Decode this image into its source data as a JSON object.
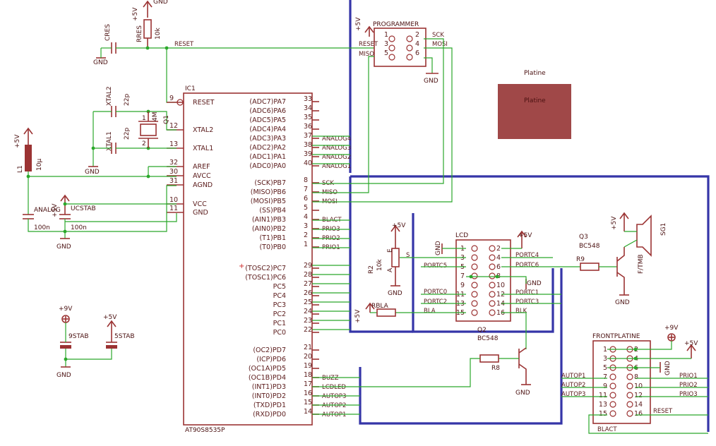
{
  "schematic": {
    "ic1": {
      "ref": "IC1",
      "name": "AT90S8535P",
      "left_pins": [
        {
          "num": "9",
          "name": "RESET"
        },
        {
          "num": "12",
          "name": "XTAL2"
        },
        {
          "num": "13",
          "name": "XTAL1"
        },
        {
          "num": "32",
          "name": "AREF"
        },
        {
          "num": "30",
          "name": "AVCC"
        },
        {
          "num": "31",
          "name": "AGND"
        },
        {
          "num": "10",
          "name": "VCC"
        },
        {
          "num": "11",
          "name": "GND"
        }
      ],
      "right_pins": [
        {
          "num": "33",
          "name": "(ADC7)PA7",
          "net": ""
        },
        {
          "num": "34",
          "name": "(ADC6)PA6",
          "net": ""
        },
        {
          "num": "35",
          "name": "(ADC5)PA5",
          "net": ""
        },
        {
          "num": "36",
          "name": "(ADC4)PA4",
          "net": ""
        },
        {
          "num": "37",
          "name": "(ADC3)PA3",
          "net": "ANALOG4"
        },
        {
          "num": "38",
          "name": "(ADC2)PA2",
          "net": "ANALOG3"
        },
        {
          "num": "39",
          "name": "(ADC1)PA1",
          "net": "ANALOG2"
        },
        {
          "num": "40",
          "name": "(ADC0)PA0",
          "net": "ANALOG1"
        },
        {
          "num": "8",
          "name": "(SCK)PB7",
          "net": "SCK"
        },
        {
          "num": "7",
          "name": "(MISO)PB6",
          "net": "MISO"
        },
        {
          "num": "6",
          "name": "(MOSI)PB5",
          "net": "MOSI"
        },
        {
          "num": "5",
          "name": "(SS)PB4",
          "net": ""
        },
        {
          "num": "4",
          "name": "(AIN1)PB3",
          "net": "BLACT"
        },
        {
          "num": "3",
          "name": "(AIN0)PB2",
          "net": "PRIO3"
        },
        {
          "num": "2",
          "name": "(T1)PB1",
          "net": "PRIO2"
        },
        {
          "num": "1",
          "name": "(T0)PB0",
          "net": "PRIO1"
        },
        {
          "num": "29",
          "name": "(TOSC2)PC7",
          "net": ""
        },
        {
          "num": "28",
          "name": "(TOSC1)PC6",
          "net": ""
        },
        {
          "num": "27",
          "name": "PC5",
          "net": ""
        },
        {
          "num": "26",
          "name": "PC4",
          "net": ""
        },
        {
          "num": "25",
          "name": "PC3",
          "net": ""
        },
        {
          "num": "24",
          "name": "PC2",
          "net": ""
        },
        {
          "num": "23",
          "name": "PC1",
          "net": ""
        },
        {
          "num": "22",
          "name": "PC0",
          "net": ""
        },
        {
          "num": "21",
          "name": "(OC2)PD7",
          "net": ""
        },
        {
          "num": "20",
          "name": "(ICP)PD6",
          "net": ""
        },
        {
          "num": "19",
          "name": "(OC1A)PD5",
          "net": ""
        },
        {
          "num": "18",
          "name": "(OC1B)PD4",
          "net": "BUZZ"
        },
        {
          "num": "17",
          "name": "(INT1)PD3",
          "net": "LCDLED"
        },
        {
          "num": "16",
          "name": "(INT0)PD2",
          "net": "AUTOP3"
        },
        {
          "num": "15",
          "name": "(TXD)PD1",
          "net": "AUTOP2"
        },
        {
          "num": "14",
          "name": "(RXD)PD0",
          "net": "AUTOP1"
        }
      ]
    },
    "programmer": {
      "name": "PROGRAMMER",
      "supply": "+5V",
      "pins": [
        "1",
        "2",
        "3",
        "4",
        "5",
        "6"
      ],
      "nets_left": [
        "RESET",
        "MISO"
      ],
      "nets_right": [
        "SCK",
        "MOSI"
      ],
      "gnd": "GND"
    },
    "platine": {
      "label_top": "Platine",
      "label_box": "Platine",
      "fill": "#a04848"
    },
    "reset_circuit": {
      "cres": "CRES",
      "rres": "RRES",
      "rres_value": "10k",
      "supply": "+5V",
      "gnd": "GND",
      "net": "RESET",
      "gnd_top": "GND"
    },
    "crystal": {
      "c1": "XTAL2",
      "c1_value": "22p",
      "c2": "XTAL1",
      "c2_value": "22p",
      "q": "Q1",
      "q_value": "4M",
      "pin1": "1",
      "pin2": "2",
      "gnd": "GND"
    },
    "analog_filter": {
      "l": "L1",
      "l_value": "10µ",
      "supply": "+5V",
      "c_a": "ANALOG",
      "c_a_value": "100n",
      "c_b": "UCSTAB",
      "c_b_value": "100n",
      "supply2": "+5V",
      "gnd": "GND"
    },
    "stab": {
      "supply9": "+9V",
      "c9": "9STAB",
      "supply5": "+5V",
      "c5": "5STAB",
      "gnd": "GND"
    },
    "lcd": {
      "name": "LCD",
      "left_nums": [
        "1",
        "3",
        "5",
        "7",
        "9",
        "11",
        "13",
        "15"
      ],
      "right_nums": [
        "2",
        "4",
        "6",
        "8",
        "10",
        "12",
        "14",
        "16"
      ],
      "gnd_left": "GND",
      "gnd_right": "GND",
      "supply": "+5V",
      "nets": {
        "s": "S",
        "portc5": "PORTC5",
        "portc0": "PORTC0",
        "portc2": "PORTC2",
        "bla": "BLA",
        "portc4": "PORTC4",
        "portc6": "PORTC6",
        "portc1": "PORTC1",
        "portc3": "PORTC3",
        "blk": "BLK"
      }
    },
    "contrast": {
      "r": "R2",
      "r_value": "10k",
      "pin_a": "A",
      "pin_e": "E",
      "supply": "+5V",
      "gnd": "GND"
    },
    "backlight": {
      "r": "RBLA",
      "supply": "+5V"
    },
    "q2": {
      "ref": "Q2",
      "value": "BC548",
      "r": "R8",
      "gnd": "GND"
    },
    "q3": {
      "ref": "Q3",
      "value": "BC548",
      "r": "R9",
      "gnd": "GND",
      "buzzer": "SG1",
      "buzzer_value": "F/TMB",
      "supply": "+5V"
    },
    "frontplatine": {
      "name": "FRONTPLATINE",
      "left_nums": [
        "1",
        "3",
        "5",
        "7",
        "9",
        "11",
        "13",
        "15"
      ],
      "right_nums": [
        "2",
        "4",
        "6",
        "8",
        "10",
        "12",
        "14",
        "16"
      ],
      "nets_left": [
        "AUTOP1",
        "AUTOP2",
        "AUTOP3"
      ],
      "nets_right": [
        "PRIO1",
        "PRIO2",
        "PRIO3",
        "RESET"
      ],
      "blact": "BLACT",
      "supply9": "+9V",
      "supply5": "+5V",
      "gnd": "GND"
    }
  }
}
